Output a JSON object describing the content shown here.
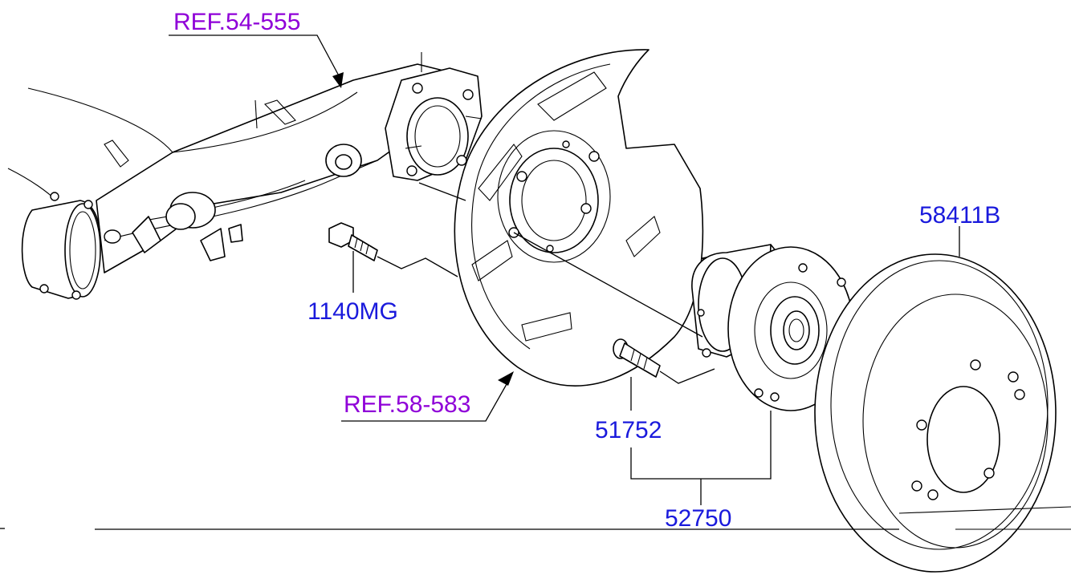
{
  "colors": {
    "ref_label": "#8f00d8",
    "part_label": "#1a1adc",
    "line": "#000000"
  },
  "labels": {
    "ref_axle": "REF.54-555",
    "ref_backing_plate": "REF.58-583",
    "bolt": "1140MG",
    "wheel_stud": "51752",
    "hub_assembly": "52750",
    "brake_disc": "58411B"
  }
}
